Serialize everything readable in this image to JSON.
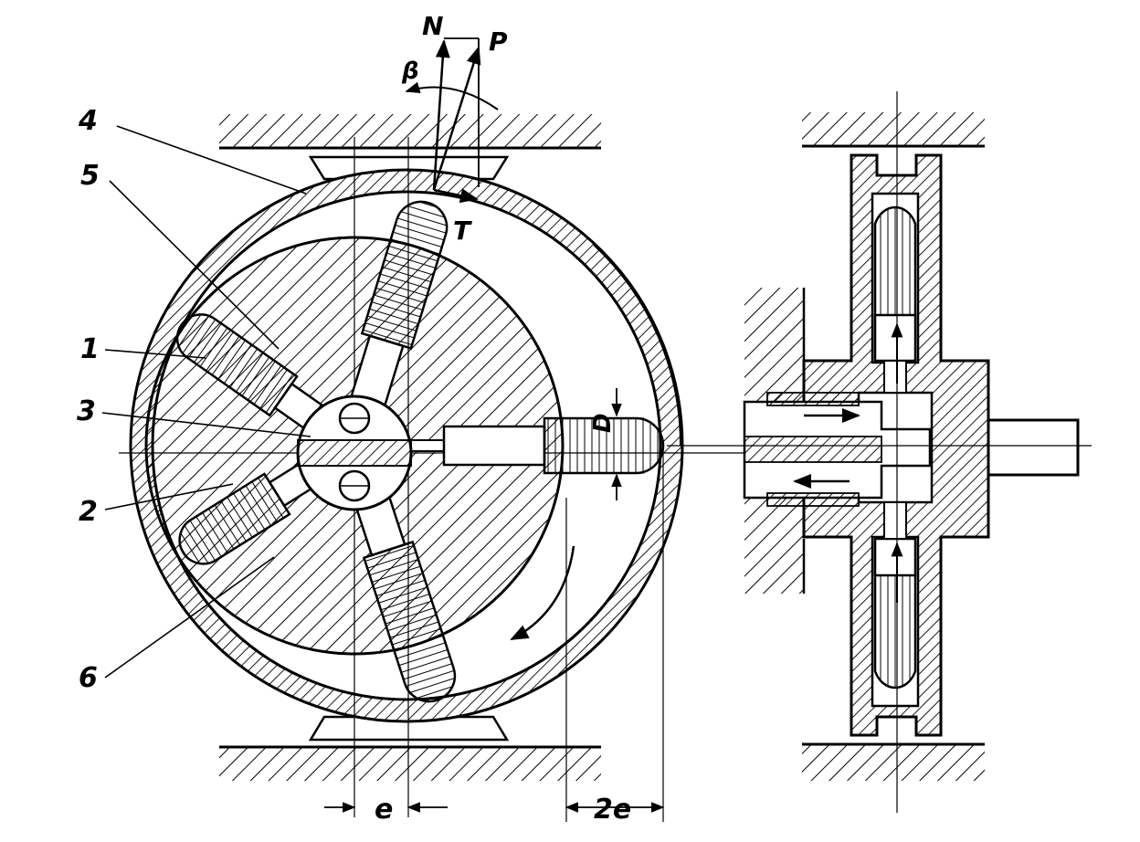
{
  "labels": {
    "n": "N",
    "p": "P",
    "beta": "β",
    "t": "T",
    "d": "D",
    "e": "e",
    "two_e": "2e"
  },
  "parts": {
    "p1": "1",
    "p2": "2",
    "p3": "3",
    "p4": "4",
    "p5": "5",
    "p6": "6"
  }
}
